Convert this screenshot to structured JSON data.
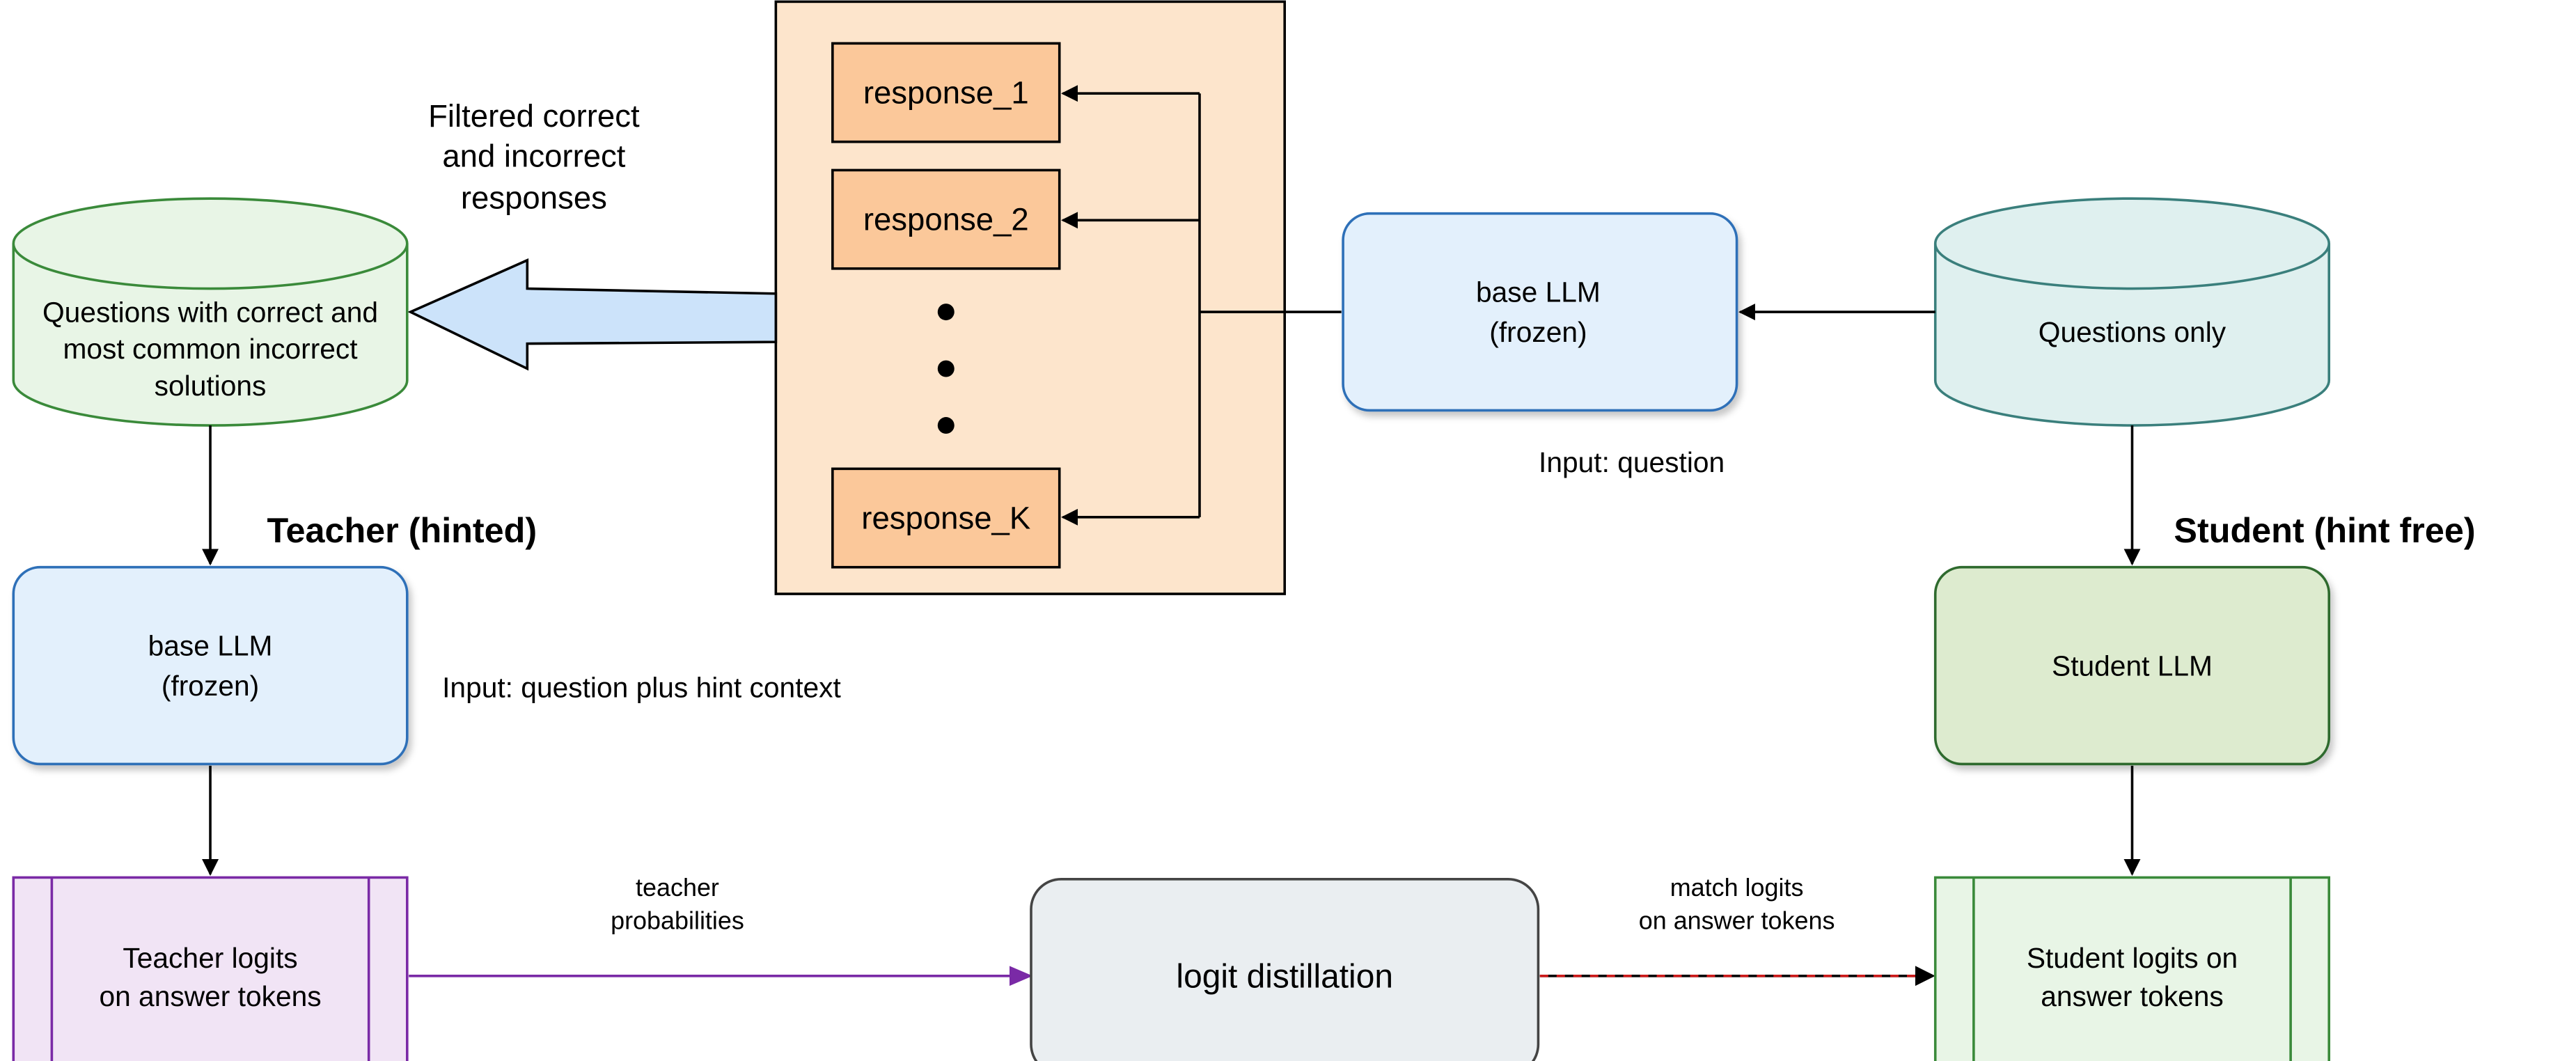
{
  "diagram": {
    "left_db": {
      "lines": [
        "Questions with correct and",
        "most common incorrect",
        "solutions"
      ],
      "fill": "#e8f5e6",
      "stroke": "#3a8a3a"
    },
    "right_db": {
      "label": "Questions only",
      "fill": "#dff0ef",
      "stroke": "#3a7f7c"
    },
    "filtered_label": [
      "Filtered correct",
      "and incorrect",
      "responses"
    ],
    "responses_panel": {
      "fill": "#fde5cc",
      "items": [
        "response_1",
        "response_2",
        "response_K"
      ],
      "item_fill": "#fbc89a",
      "ellipsis_dots": 3
    },
    "base_llm_top": {
      "lines": [
        "base LLM",
        "(frozen)"
      ],
      "caption": "Input: question",
      "fill": "#e3f0fc",
      "stroke": "#2e6fb8"
    },
    "teacher": {
      "heading": "Teacher (hinted)",
      "model_lines": [
        "base LLM",
        "(frozen)"
      ],
      "caption": "Input: question plus hint context",
      "logits_lines": [
        "Teacher logits",
        "on answer tokens"
      ],
      "logits_fill": "#f1e4f5",
      "logits_stroke": "#7a2aa6"
    },
    "student": {
      "heading": "Student (hint free)",
      "model_label": "Student LLM",
      "model_fill": "#ddebcf",
      "model_stroke": "#2f6b2f",
      "logits_lines": [
        "Student logits on",
        "answer tokens"
      ],
      "logits_fill": "#e8f5e6",
      "logits_stroke": "#3a8a3a"
    },
    "distillation": {
      "label": "logit distillation",
      "fill": "#eaeef1",
      "stroke": "#444444"
    },
    "edge_labels": {
      "teacher_probs": [
        "teacher",
        "probabilities"
      ],
      "match_logits": [
        "match logits",
        "on answer tokens"
      ]
    },
    "colors": {
      "big_arrow_fill": "#cce3fa",
      "teacher_arrow": "#7a2aa6",
      "dashed_arrow": "#cc1a1a"
    }
  }
}
